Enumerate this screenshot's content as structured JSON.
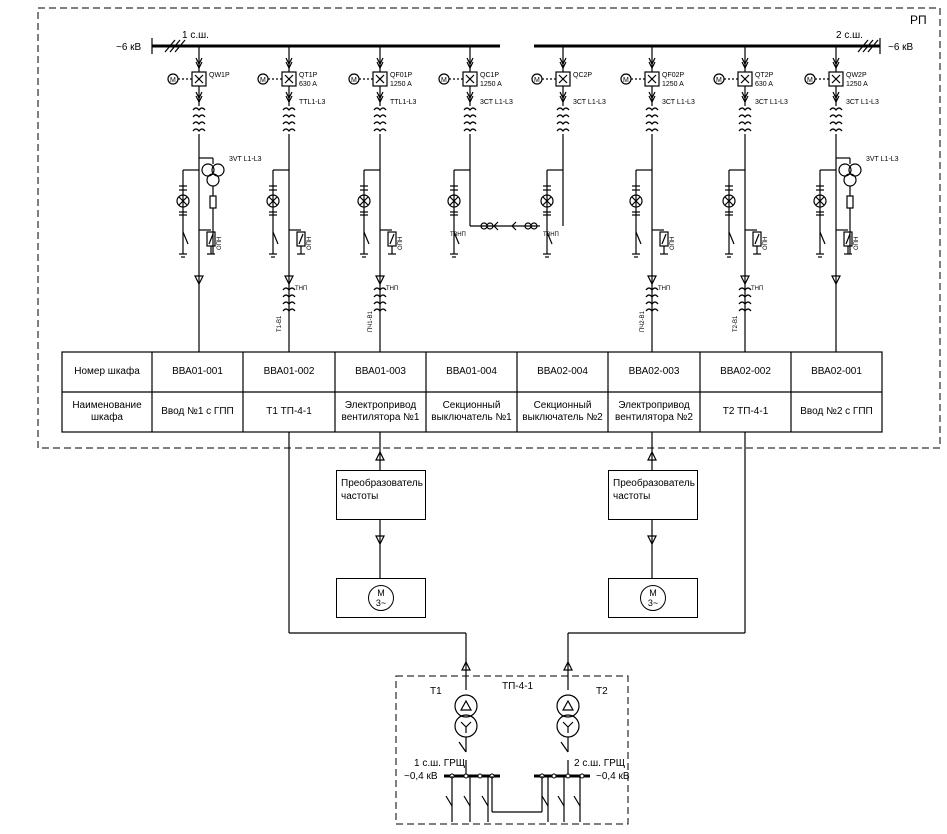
{
  "rp_label": "РП",
  "bus1": {
    "name": "1 с.ш.",
    "voltage": "~6 кВ"
  },
  "bus2": {
    "name": "2 с.ш.",
    "voltage": "~6 кВ"
  },
  "feeders": [
    {
      "breaker": "QW1P",
      "rating": "",
      "ct": "",
      "vt": "3VT L1-L3",
      "arrester": "ОПН",
      "cable": ""
    },
    {
      "breaker": "QT1P",
      "rating": "630 A",
      "ct": "ТТL1-L3",
      "vt": "",
      "arrester": "ОПН",
      "tn": "ТНП",
      "cable": "T1-B1"
    },
    {
      "breaker": "QF01P",
      "rating": "1250 A",
      "ct": "ТТL1-L3",
      "vt": "",
      "arrester": "ОПН",
      "tn": "ТНП",
      "cable": "ПЧ1-B1"
    },
    {
      "breaker": "QC1P",
      "rating": "1250 A",
      "ct": "3СТ L1-L3",
      "vt": "",
      "arrester": "",
      "tn": "ТЗНП",
      "cable": ""
    },
    {
      "breaker": "QC2P",
      "rating": "",
      "ct": "3СТ L1-L3",
      "vt": "",
      "arrester": "",
      "tn": "ТЗНП",
      "cable": ""
    },
    {
      "breaker": "QF02P",
      "rating": "1250 A",
      "ct": "3СТ L1-L3",
      "vt": "",
      "arrester": "ОПН",
      "tn": "ТНП",
      "cable": "ПЧ2-B1"
    },
    {
      "breaker": "QT2P",
      "rating": "630 A",
      "ct": "3СТ L1-L3",
      "vt": "",
      "arrester": "ОПН",
      "tn": "ТНП",
      "cable": "T2-B1"
    },
    {
      "breaker": "QW2P",
      "rating": "1250 A",
      "ct": "3СТ L1-L3",
      "vt": "3VT L1-L3",
      "arrester": "ОПН",
      "cable": ""
    }
  ],
  "motor_symbol": "M",
  "table": {
    "row1_header": "Номер шкафа",
    "row2_header": "Наименование шкафа",
    "numbers": [
      "ВВА01-001",
      "ВВА01-002",
      "ВВА01-003",
      "ВВА01-004",
      "ВВА02-004",
      "ВВА02-003",
      "ВВА02-002",
      "ВВА02-001"
    ],
    "names": [
      "Ввод №1 с ГПП",
      "Т1 ТП-4-1",
      "Электропривод вентилятора №1",
      "Секционный выключатель №1",
      "Секционный выключатель №2",
      "Электропривод вентилятора №2",
      "Т2 ТП-4-1",
      "Ввод №2 с ГПП"
    ]
  },
  "converter1": "Преобразователь частоты",
  "converter2": "Преобразователь частоты",
  "motor1": {
    "line1": "M",
    "line2": "3~"
  },
  "motor2": {
    "line1": "M",
    "line2": "3~"
  },
  "tp": {
    "name": "ТП-4-1",
    "t1": "T1",
    "t2": "T2",
    "bus1_name": "1 с.ш. ГРЩ",
    "bus1_voltage": "~0,4 кВ",
    "bus2_name": "2 с.ш. ГРЩ",
    "bus2_voltage": "~0,4 кВ"
  }
}
